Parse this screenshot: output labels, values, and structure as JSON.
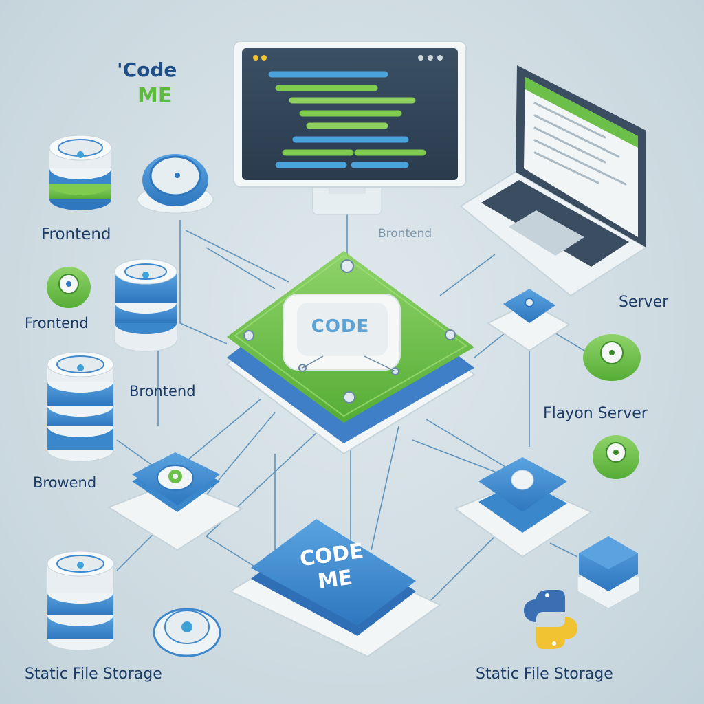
{
  "brand": {
    "line1": "'Code",
    "line2": "ME"
  },
  "hub": {
    "label": "CODE"
  },
  "plate": {
    "line1": "CODE",
    "line2": "ME"
  },
  "labels": {
    "frontend_1": "Frontend",
    "frontend_2": "Frontend",
    "brontend_mid": "Brontend",
    "brontend_top": "Brontend",
    "browend": "Browend",
    "server": "Server",
    "flayon_server": "Flayon Server",
    "static_left": "Static File Storage",
    "static_right": "Static File Storage"
  },
  "icons": {
    "monitor": "monitor-icon",
    "laptop": "laptop-icon",
    "database": "database-stack-icon",
    "node": "node-button-icon",
    "python": "python-logo-icon"
  },
  "colors": {
    "background": "#cfdce2",
    "blue": "#3f88cc",
    "green": "#6cc04a",
    "navy": "#1c3a66",
    "screen": "#33475b"
  }
}
